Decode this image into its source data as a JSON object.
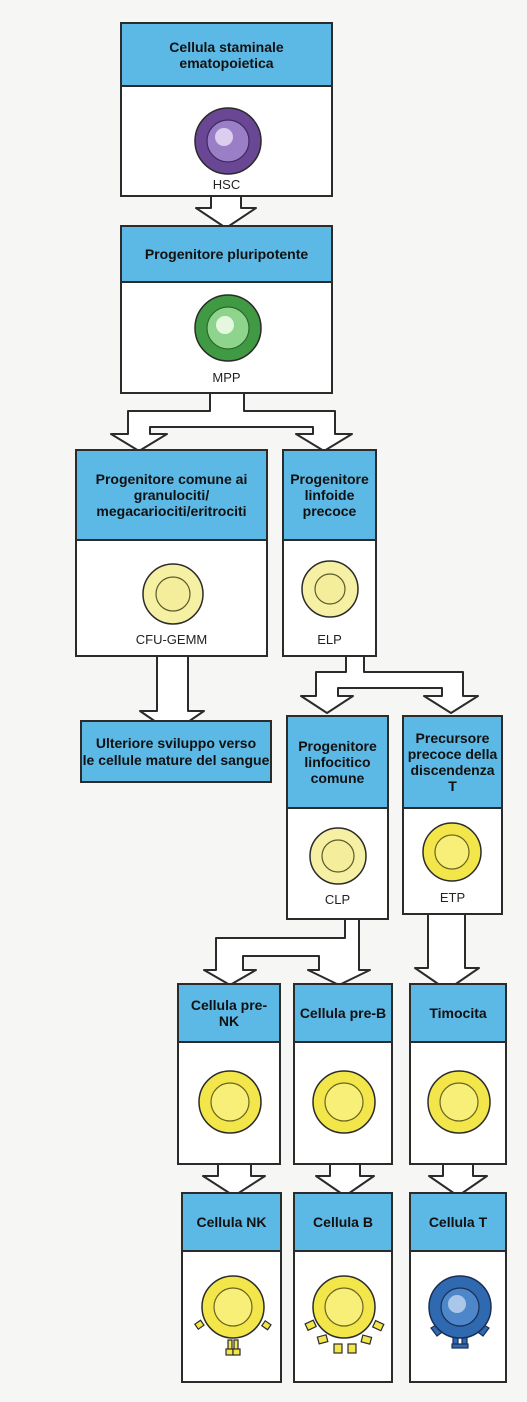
{
  "colors": {
    "header": "#5cb8e4",
    "hsc": "#7a57a8",
    "mpp": "#4fa84a",
    "progenitor": "#f4ee9c",
    "precursor": "#f2e64a",
    "t_cell": "#2f69b0",
    "arrow": "#ffffff"
  },
  "nodes": {
    "hsc": {
      "title": "Cellula staminale\nematopoietica",
      "label": "HSC"
    },
    "mpp": {
      "title": "Progenitore pluripotente",
      "label": "MPP"
    },
    "cfu": {
      "title": "Progenitore comune ai\ngranulociti/\nmegacariociti/eritrociti",
      "label": "CFU-GEMM"
    },
    "elp": {
      "title": "Progenitore\nlinfoide\nprecoce",
      "label": "ELP"
    },
    "further": {
      "title": "Ulteriore sviluppo verso\nle cellule mature del sangue"
    },
    "clp": {
      "title": "Progenitore\nlinfocitico\ncomune",
      "label": "CLP"
    },
    "etp": {
      "title": "Precursore\nprecoce della\ndiscendenza T",
      "label": "ETP"
    },
    "prenk": {
      "title": "Cellula pre-NK"
    },
    "preb": {
      "title": "Cellula pre-B"
    },
    "thymocyte": {
      "title": "Timocita"
    },
    "nk": {
      "title": "Cellula NK"
    },
    "bcell": {
      "title": "Cellula B"
    },
    "tcell": {
      "title": "Cellula T"
    }
  }
}
